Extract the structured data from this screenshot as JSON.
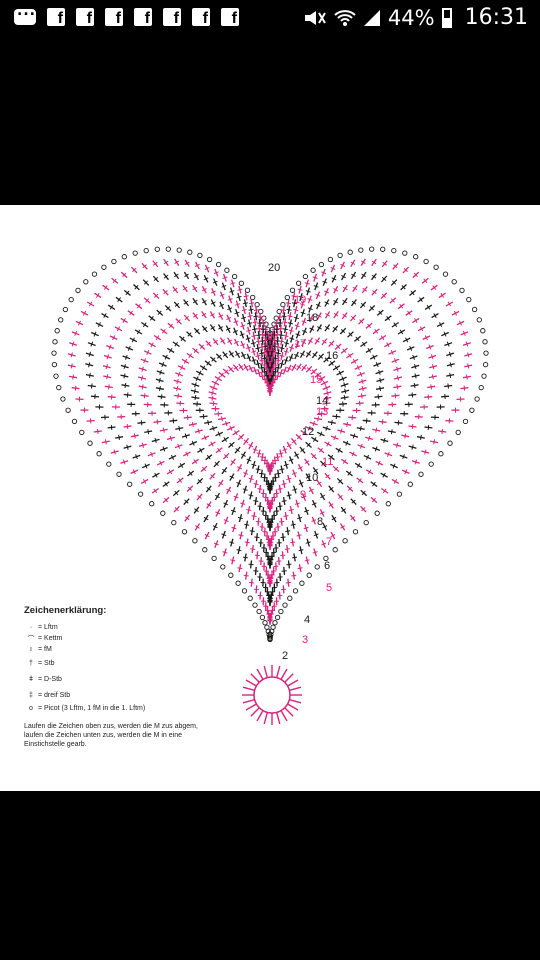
{
  "status_bar": {
    "battery_percent": "44%",
    "time": "16:31",
    "battery_level": 0.44,
    "notification_icons": [
      "messenger-icon",
      "facebook-icon",
      "facebook-icon",
      "facebook-icon",
      "facebook-icon",
      "facebook-icon",
      "facebook-icon",
      "facebook-icon"
    ],
    "facebook_glyph": "f"
  },
  "diagram": {
    "round_numbers": [
      "20",
      "19",
      "18",
      "17",
      "16",
      "15",
      "14",
      "13",
      "12",
      "11",
      "10",
      "9",
      "8",
      "7",
      "6",
      "5",
      "4",
      "3",
      "2"
    ],
    "colors": {
      "pink": "#d6247f",
      "dark": "#1a1a1a"
    }
  },
  "legend": {
    "title": "Zeichenerklärung:",
    "items": [
      {
        "symbol": "·",
        "label": "= Lftm"
      },
      {
        "symbol": "⌒",
        "label": "= Kettm"
      },
      {
        "symbol": "ı",
        "label": "= fM"
      },
      {
        "symbol": "†",
        "label": "= Stb"
      },
      {
        "symbol": "ǂ",
        "label": "= D-Stb"
      },
      {
        "symbol": "‡",
        "label": "= dreif Stb"
      },
      {
        "symbol": "o",
        "label": "= Picot (3 Lftm, 1 fM in die 1. Lftm)"
      }
    ],
    "note": "Laufen die Zeichen oben zus, werden die M zus abgem, laufen die Zeichen unten zus, werden die M in eine Einstichstelle gearb."
  }
}
